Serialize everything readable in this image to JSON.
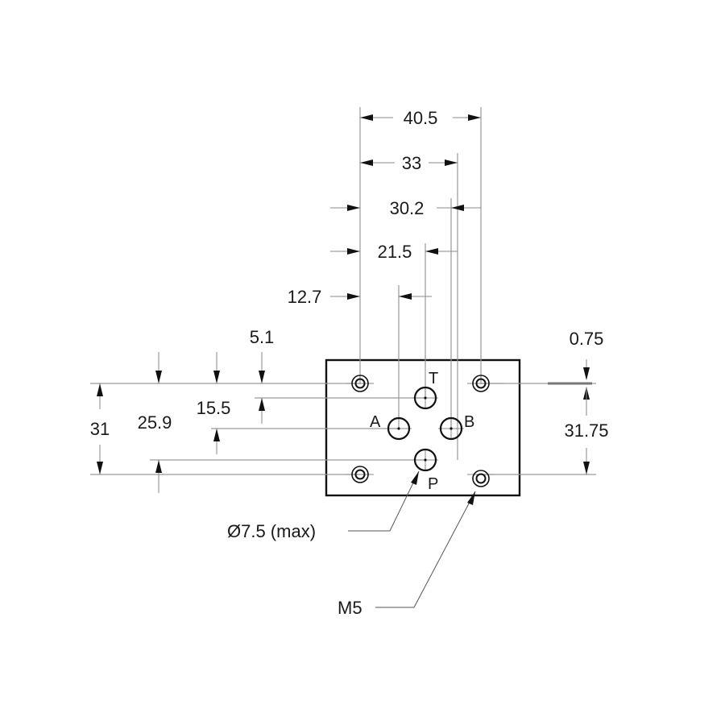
{
  "dimensions": {
    "top": [
      "40.5",
      "33",
      "30.2",
      "21.5",
      "12.7"
    ],
    "left": [
      "5.1",
      "15.5",
      "25.9",
      "31"
    ],
    "right": [
      "0.75",
      "31.75"
    ]
  },
  "ports": {
    "a": "A",
    "b": "B",
    "p": "P",
    "t": "T"
  },
  "callouts": {
    "port_diameter": "Ø7.5 (max)",
    "mounting_thread": "M5"
  },
  "colors": {
    "line": "#111111",
    "extension": "#9a9a9a"
  }
}
